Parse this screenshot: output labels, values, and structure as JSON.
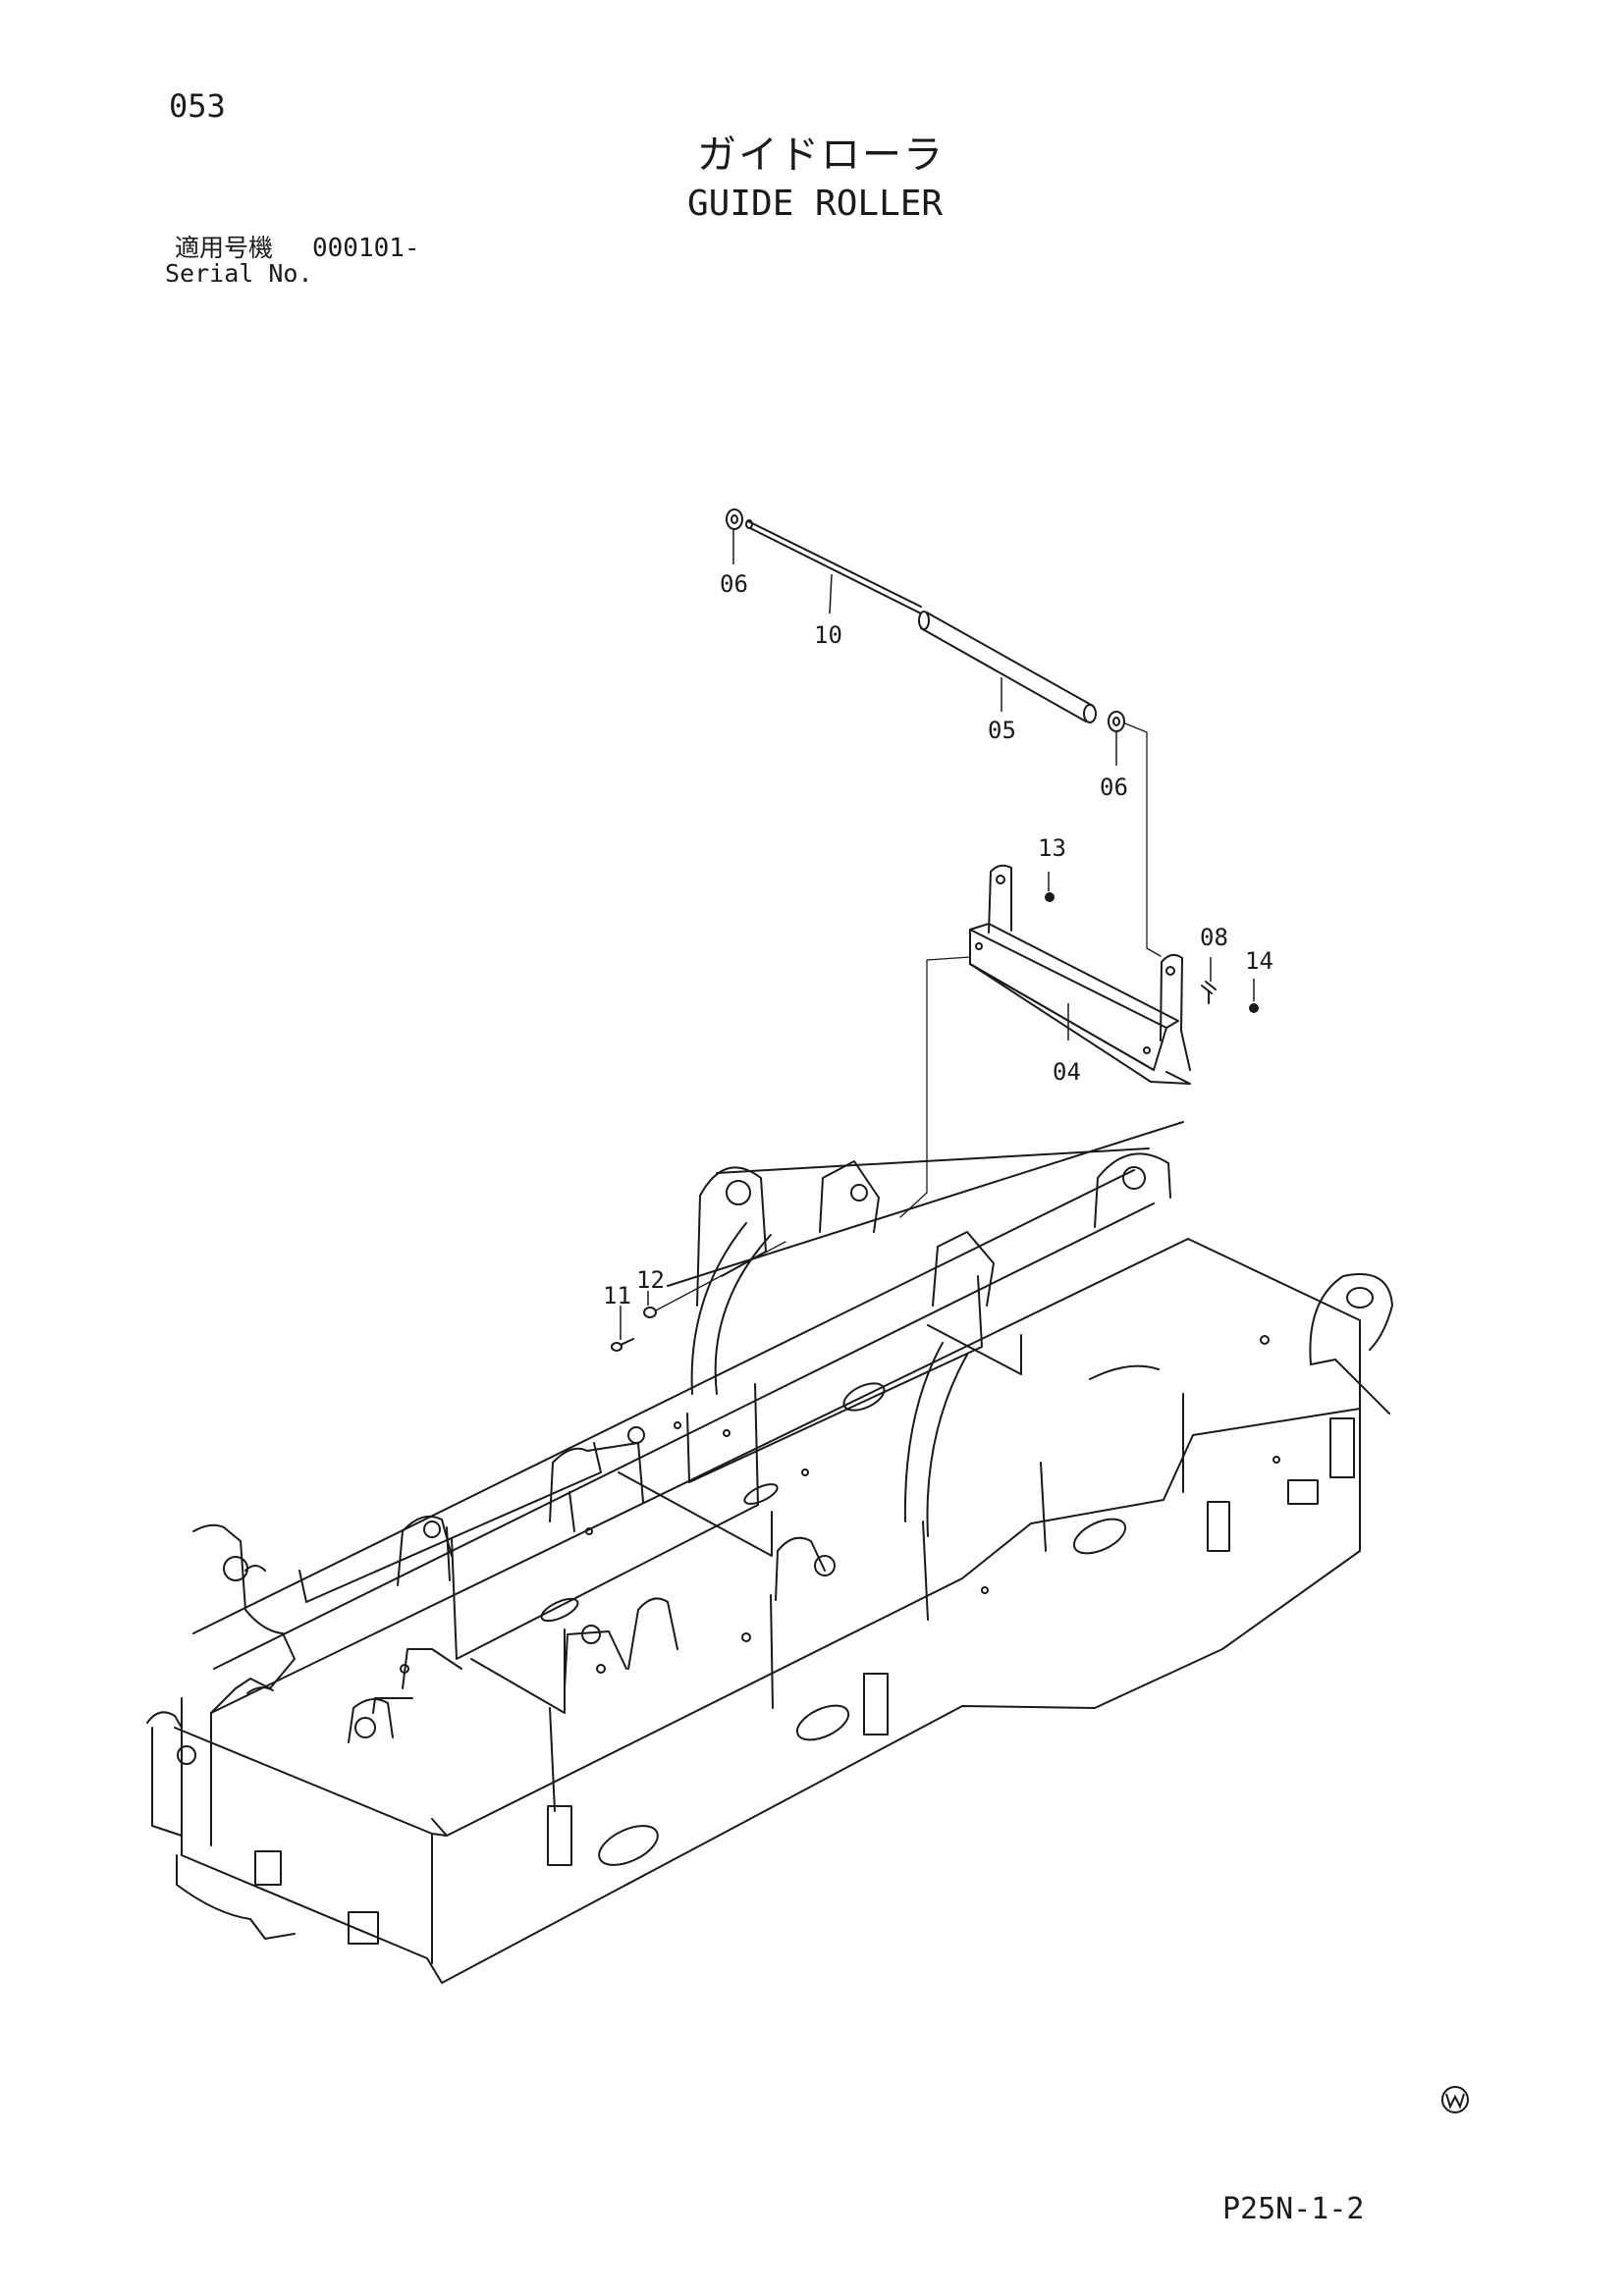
{
  "header": {
    "page_number": "053",
    "title_jp": "ガイドローラ",
    "title_en": "GUIDE ROLLER",
    "serial_label_jp": "適用号機",
    "serial_value": "000101-",
    "serial_label_en": "Serial No."
  },
  "callouts": {
    "c06a": "06",
    "c10": "10",
    "c05": "05",
    "c06b": "06",
    "c13": "13",
    "c08": "08",
    "c14": "14",
    "c04": "04",
    "c11": "11",
    "c12": "12"
  },
  "footer": {
    "page_code": "P25N-1-2",
    "mark_icon": "circled-w-icon"
  }
}
